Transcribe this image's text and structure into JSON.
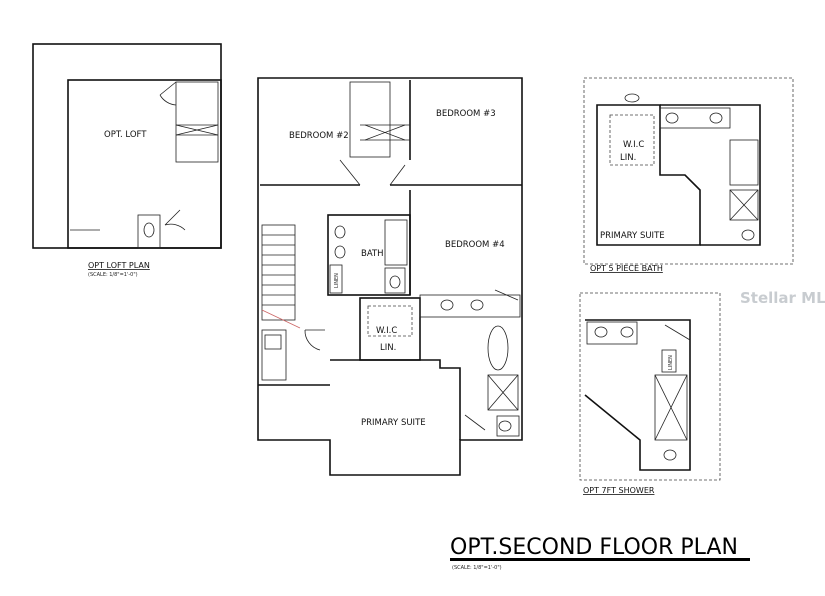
{
  "title": "OPT.SECOND FLOOR PLAN",
  "title_scale": "(SCALE: 1/8\"=1'-0\")",
  "watermark": "Stellar MLS",
  "loft_plan": {
    "room_label": "OPT. LOFT",
    "caption": "OPT LOFT PLAN",
    "scale": "(SCALE: 1/8\"=1'-0\")"
  },
  "main_plan": {
    "rooms": {
      "bedroom2": "BEDROOM #2",
      "bedroom3": "BEDROOM #3",
      "bedroom4": "BEDROOM #4",
      "bath": "BATH",
      "linen": "LINEN",
      "wic": "W.I.C",
      "lin": "LIN.",
      "primary_suite": "PRIMARY SUITE"
    }
  },
  "five_piece_bath": {
    "wic": "W.I.C",
    "lin": "LIN.",
    "room_label": "PRIMARY SUITE",
    "caption": "OPT 5 PIECE BATH"
  },
  "seven_ft_shower": {
    "linen": "LINEN",
    "caption": "OPT 7FT SHOWER"
  }
}
